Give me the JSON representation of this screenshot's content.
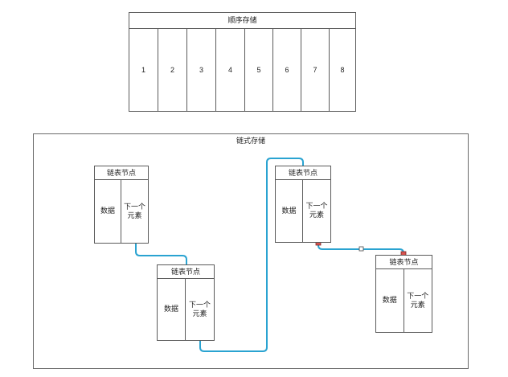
{
  "sequential": {
    "title": "顺序存储",
    "cells": [
      "1",
      "2",
      "3",
      "4",
      "5",
      "6",
      "7",
      "8"
    ]
  },
  "linked": {
    "title": "链式存储",
    "nodes": [
      {
        "title": "链表节点",
        "data": "数据",
        "next": "下一个\n元素"
      },
      {
        "title": "链表节点",
        "data": "数据",
        "next": "下一个\n元素"
      },
      {
        "title": "链表节点",
        "data": "数据",
        "next": "下一个\n元素"
      },
      {
        "title": "链表节点",
        "data": "数据",
        "next": "下一个\n元素"
      }
    ]
  },
  "colors": {
    "connector": "#2aa3d1",
    "selected_handle": "#d9534f",
    "border": "#5a5a5a"
  }
}
